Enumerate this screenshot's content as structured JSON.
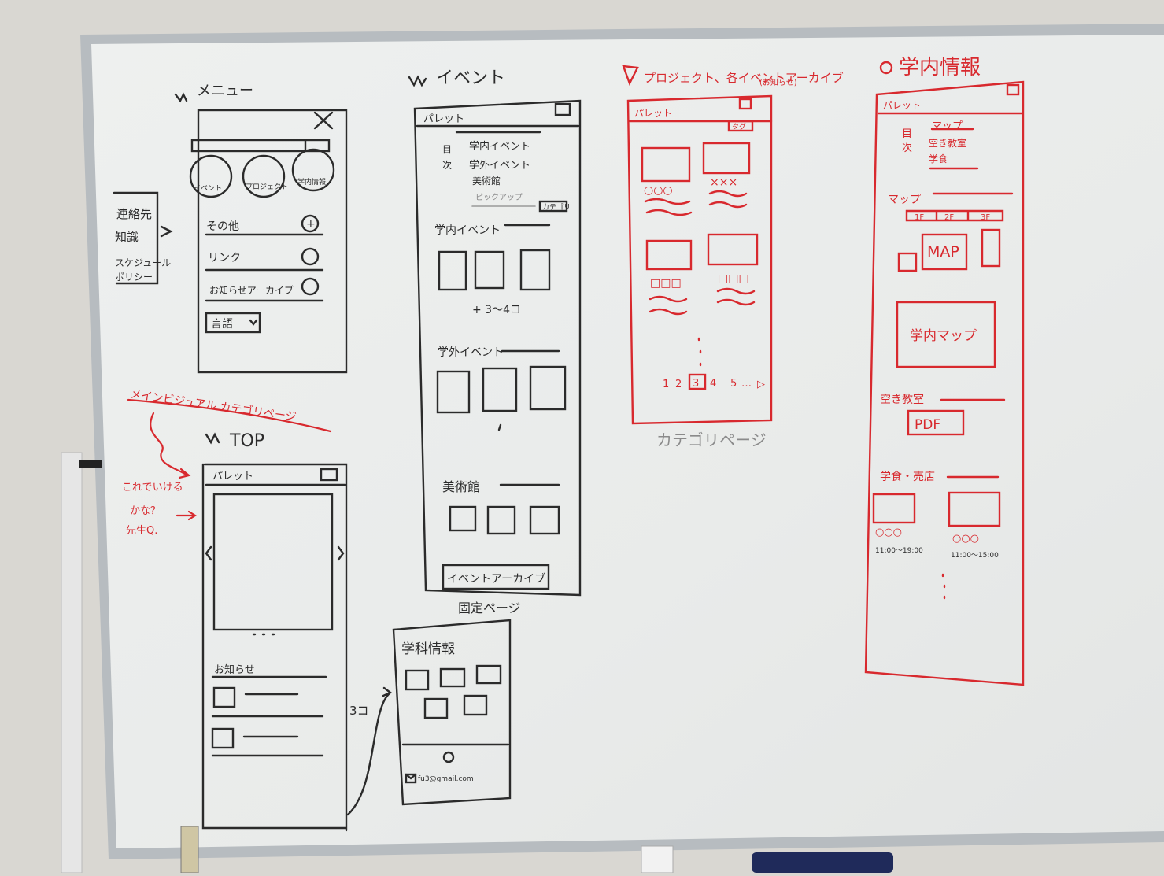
{
  "colors": {
    "marker_black": "#2b2b2b",
    "marker_red": "#d8292e",
    "board": "#eceeed",
    "frame": "#b7bcc0",
    "wall": "#d9d7d2"
  },
  "menu": {
    "heading": "メニュー",
    "close_glyph": "X",
    "circles": [
      "イベント",
      "プロジェクト",
      "学内情報"
    ],
    "rows": [
      {
        "label": "その他"
      },
      {
        "label": "リンク"
      },
      {
        "label": "お知らせアーカイブ"
      }
    ],
    "plus_glyph": "+",
    "language": "言語",
    "side_items": [
      "連絡先",
      "知識",
      "スケジュール",
      "ポリシー"
    ]
  },
  "main_visual_note": "メインビジュアル カテゴリページ",
  "teacher_note": [
    "これでいける",
    "かな？",
    "先生Q."
  ],
  "top": {
    "heading": "TOP",
    "logo": "パレット",
    "news_title": "お知らせ",
    "count_note": "3コ"
  },
  "dept": {
    "title": "学科情報",
    "email": "fu3@gmail.com"
  },
  "event": {
    "heading": "イベント",
    "logo": "パレット",
    "toc_label": [
      "目",
      "次"
    ],
    "toc": [
      "学内イベント",
      "学外イベント",
      "美術館"
    ],
    "toc_faint": "ピックアップ",
    "more_tag": "カテゴリ",
    "sections": [
      "学内イベント",
      "学外イベント",
      "美術館"
    ],
    "count_note": "+ 3〜4コ",
    "archive_button": "イベントアーカイブ",
    "caption": "固定ページ"
  },
  "project": {
    "heading": "プロジェクト、各イベントアーカイブ",
    "sub": "(お知らせ)",
    "logo": "パレット",
    "tag": "タグ",
    "labels": [
      "○○○",
      "×××",
      "□□□",
      "□□□"
    ],
    "pager": [
      "1",
      "2",
      "3",
      "4",
      "5",
      "…",
      "▷"
    ],
    "caption": "カテゴリページ"
  },
  "campus": {
    "heading": "学内情報",
    "logo": "パレット",
    "toc_label": [
      "目",
      "次"
    ],
    "toc": [
      "マップ",
      "空き教室",
      "学食"
    ],
    "map_title": "マップ",
    "floors": [
      "1F",
      "2F",
      "3F"
    ],
    "map_label": "MAP",
    "campus_map": "学内マップ",
    "rooms_title": "空き教室",
    "pdf": "PDF",
    "cafe_title": "学食・売店",
    "cafe_names": [
      "○○○",
      "○○○"
    ],
    "hours": [
      "11:00〜19:00",
      "11:00〜15:00"
    ]
  }
}
